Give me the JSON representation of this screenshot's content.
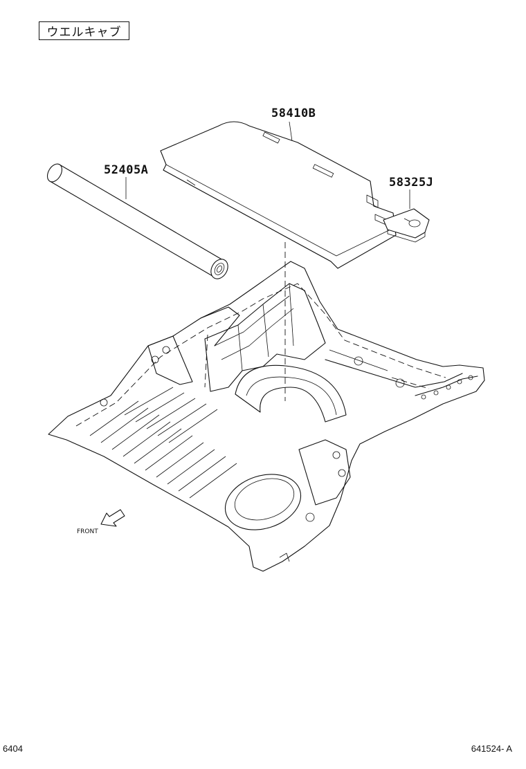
{
  "header": {
    "title": "ウエルキャブ"
  },
  "parts": {
    "roll": "52405A",
    "mat": "58410B",
    "clip": "58325J"
  },
  "direction": {
    "label": "FRONT"
  },
  "footer": {
    "left_code": "6404",
    "right_code": "641524- A"
  },
  "icons": {
    "front_arrow": "arrow-icon"
  }
}
